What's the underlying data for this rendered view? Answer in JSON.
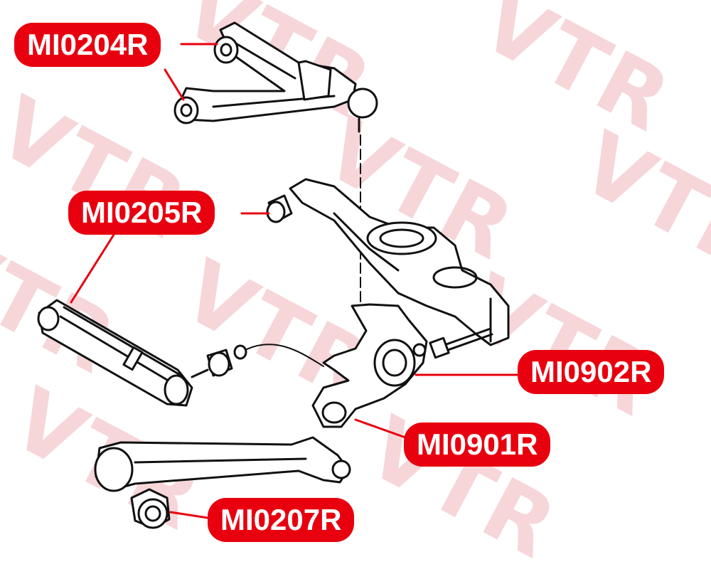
{
  "watermark": {
    "text": "VTR",
    "color": "#f6d6d9"
  },
  "accent_color": "#e8000f",
  "labels": {
    "mi0204r": "MI0204R",
    "mi0205r": "MI0205R",
    "mi0902r": "MI0902R",
    "mi0901r": "MI0901R",
    "mi0207r": "MI0207R"
  }
}
